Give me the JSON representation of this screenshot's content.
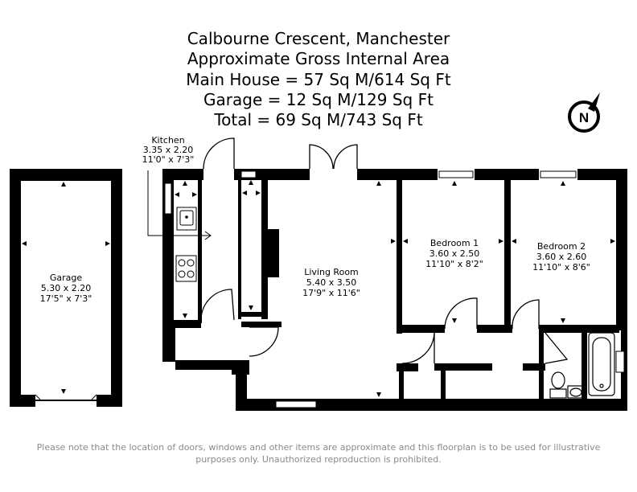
{
  "header": {
    "lines": [
      "Calbourne Crescent, Manchester",
      "Approximate Gross Internal Area",
      "Main House = 57 Sq M/614 Sq Ft",
      "Garage = 12 Sq M/129 Sq Ft",
      "Total = 69 Sq M/743 Sq Ft"
    ]
  },
  "compass": {
    "label": "N",
    "icon": "north-arrow-icon"
  },
  "rooms": {
    "garage": {
      "name": "Garage",
      "metric": "5.30 x 2.20",
      "imperial": "17'5\" x 7'3\""
    },
    "kitchen": {
      "name": "Kitchen",
      "metric": "3.35 x 2.20",
      "imperial": "11'0\" x 7'3\""
    },
    "living": {
      "name": "Living Room",
      "metric": "5.40 x 3.50",
      "imperial": "17'9\" x 11'6\""
    },
    "bedroom1": {
      "name": "Bedroom 1",
      "metric": "3.60 x 2.50",
      "imperial": "11'10\" x 8'2\""
    },
    "bedroom2": {
      "name": "Bedroom 2",
      "metric": "3.60 x 2.60",
      "imperial": "11'10\" x 8'6\""
    }
  },
  "footer": {
    "line1": "Please note that the location of doors, windows and other items are approximate and this floorplan is to be used for illustrative",
    "line2": "purposes only. Unauthorized reproduction is prohibited."
  },
  "colors": {
    "wall": "#000000",
    "text": "#000000",
    "disclaimer": "#8a8a8a"
  }
}
